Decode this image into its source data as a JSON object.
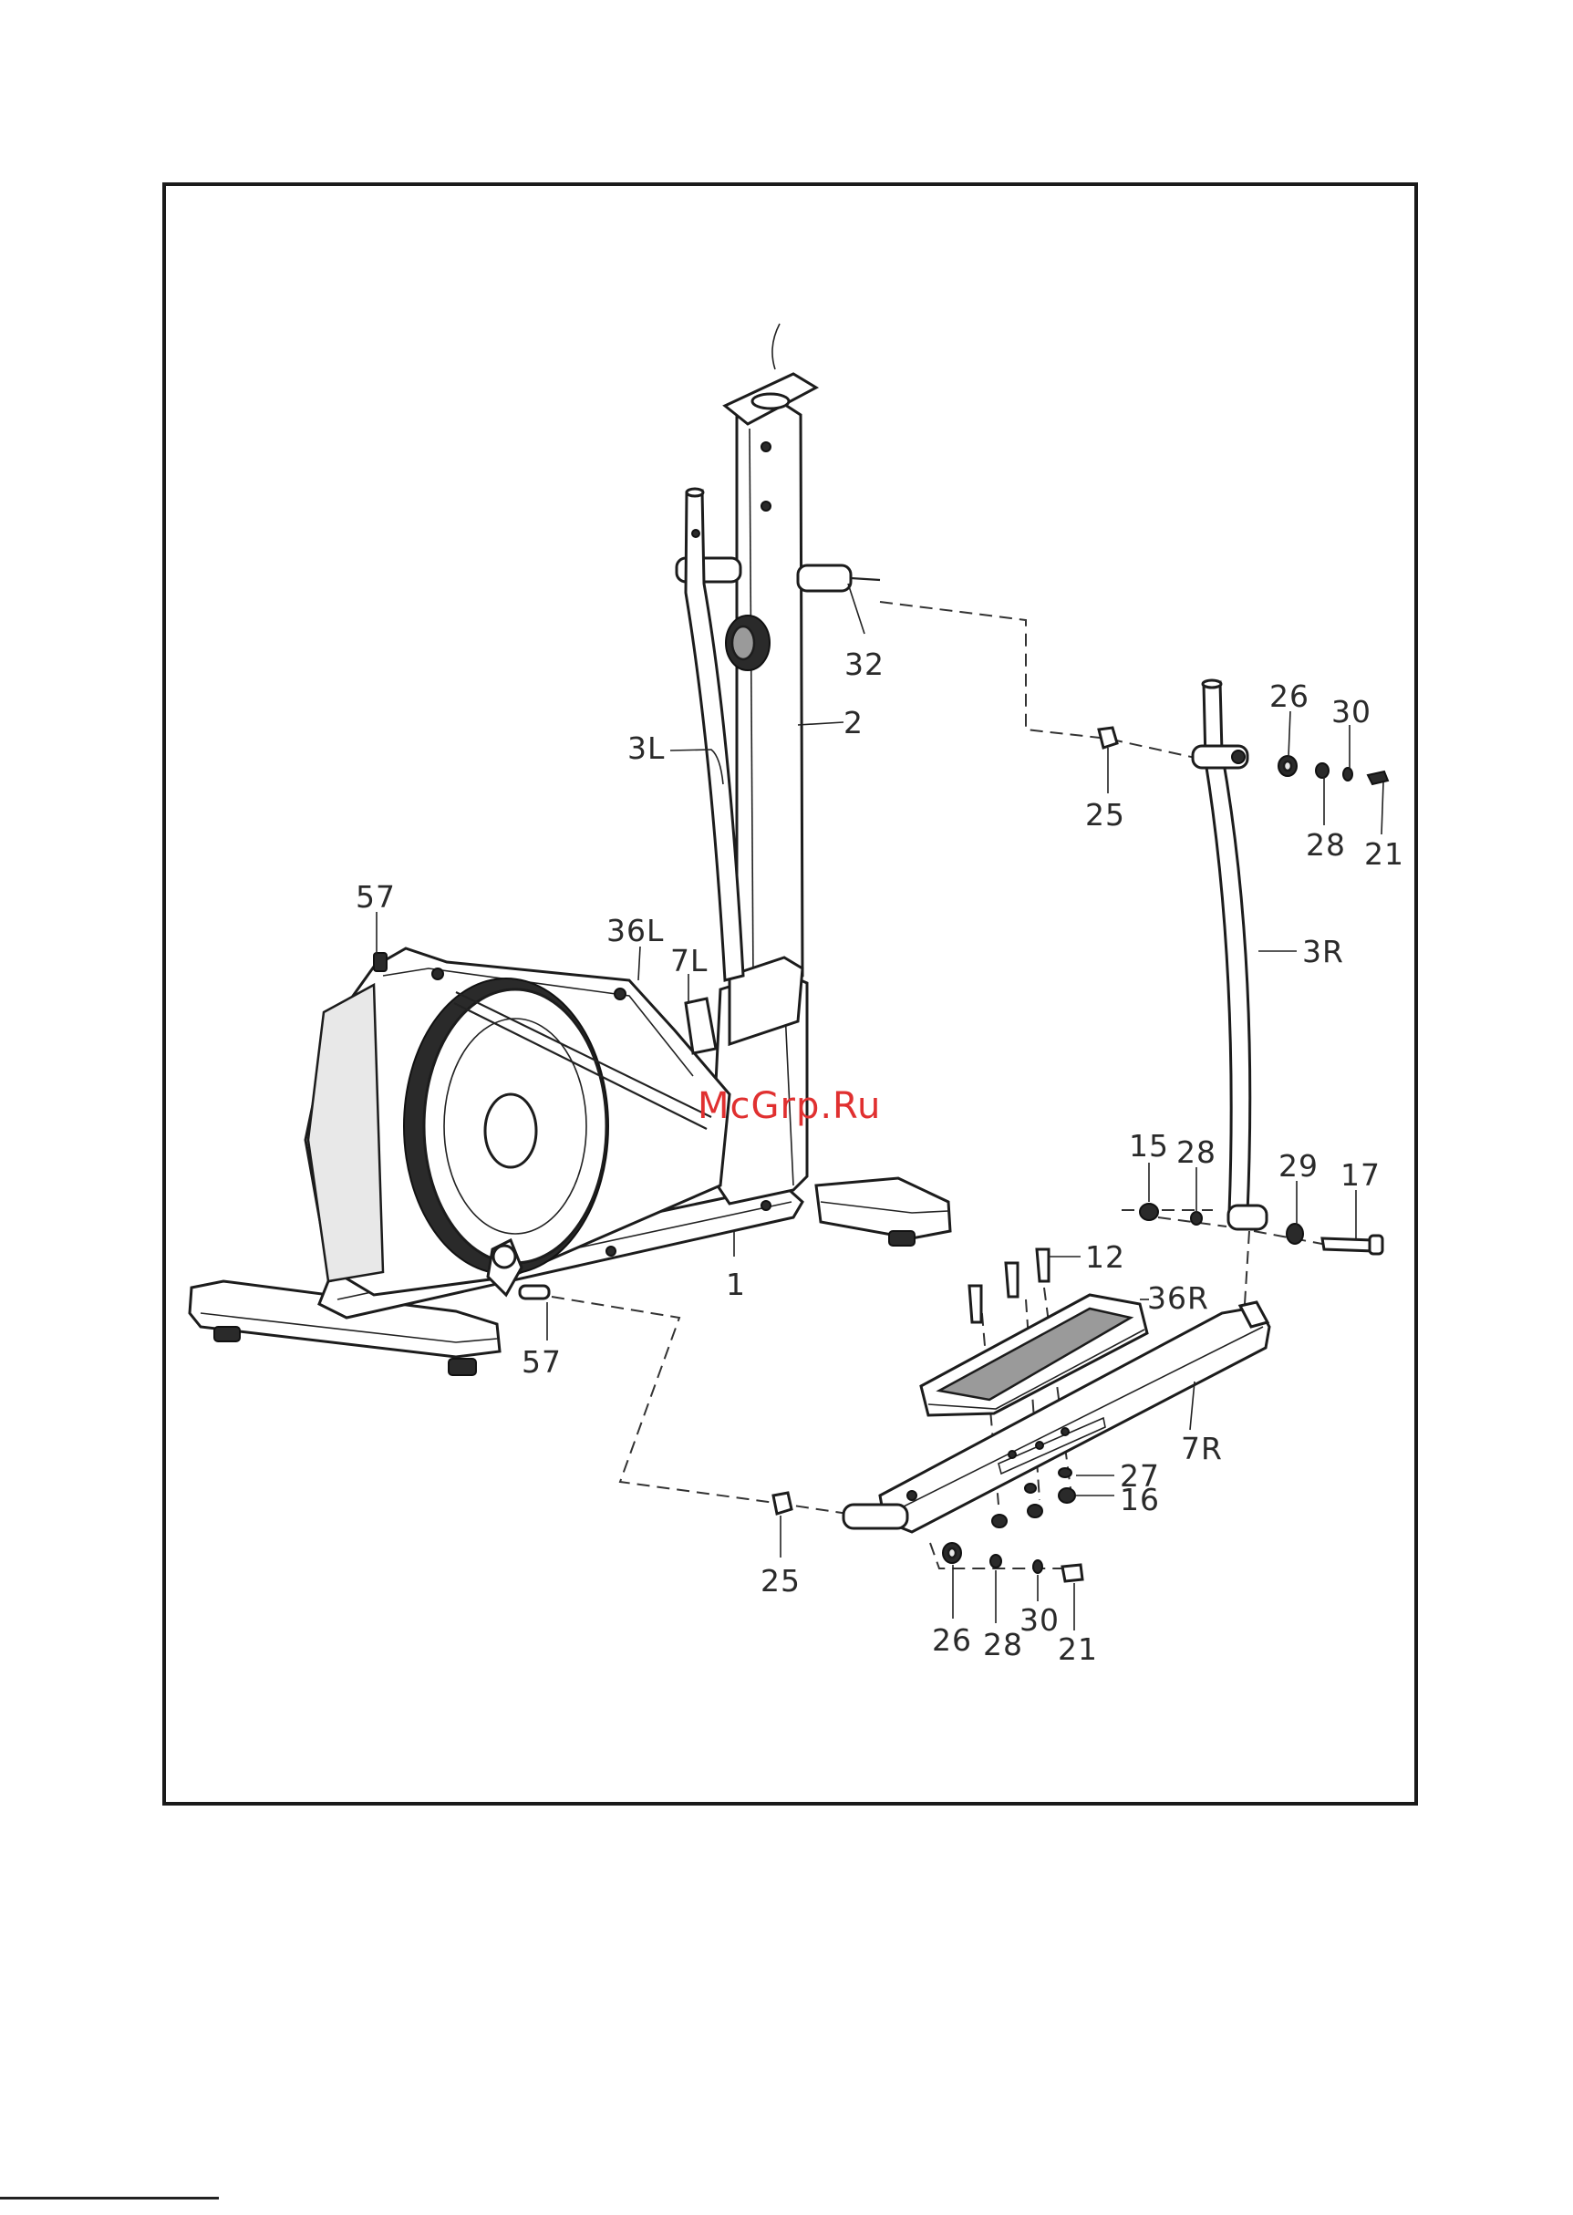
{
  "diagram": {
    "watermark": "McGrp.Ru",
    "labels": {
      "p32": "32",
      "p2": "2",
      "p3L": "3L",
      "p26a": "26",
      "p30a": "30",
      "p25a": "25",
      "p28a": "28",
      "p21a": "21",
      "p3R": "3R",
      "p57a": "57",
      "p36L": "36L",
      "p7L": "7L",
      "p15": "15",
      "p28b": "28",
      "p29": "29",
      "p17": "17",
      "p12": "12",
      "p1": "1",
      "p36R": "36R",
      "p57b": "57",
      "p7R": "7R",
      "p27": "27",
      "p16": "16",
      "p25b": "25",
      "p26b": "26",
      "p28c": "28",
      "p30b": "30",
      "p21b": "21"
    }
  }
}
